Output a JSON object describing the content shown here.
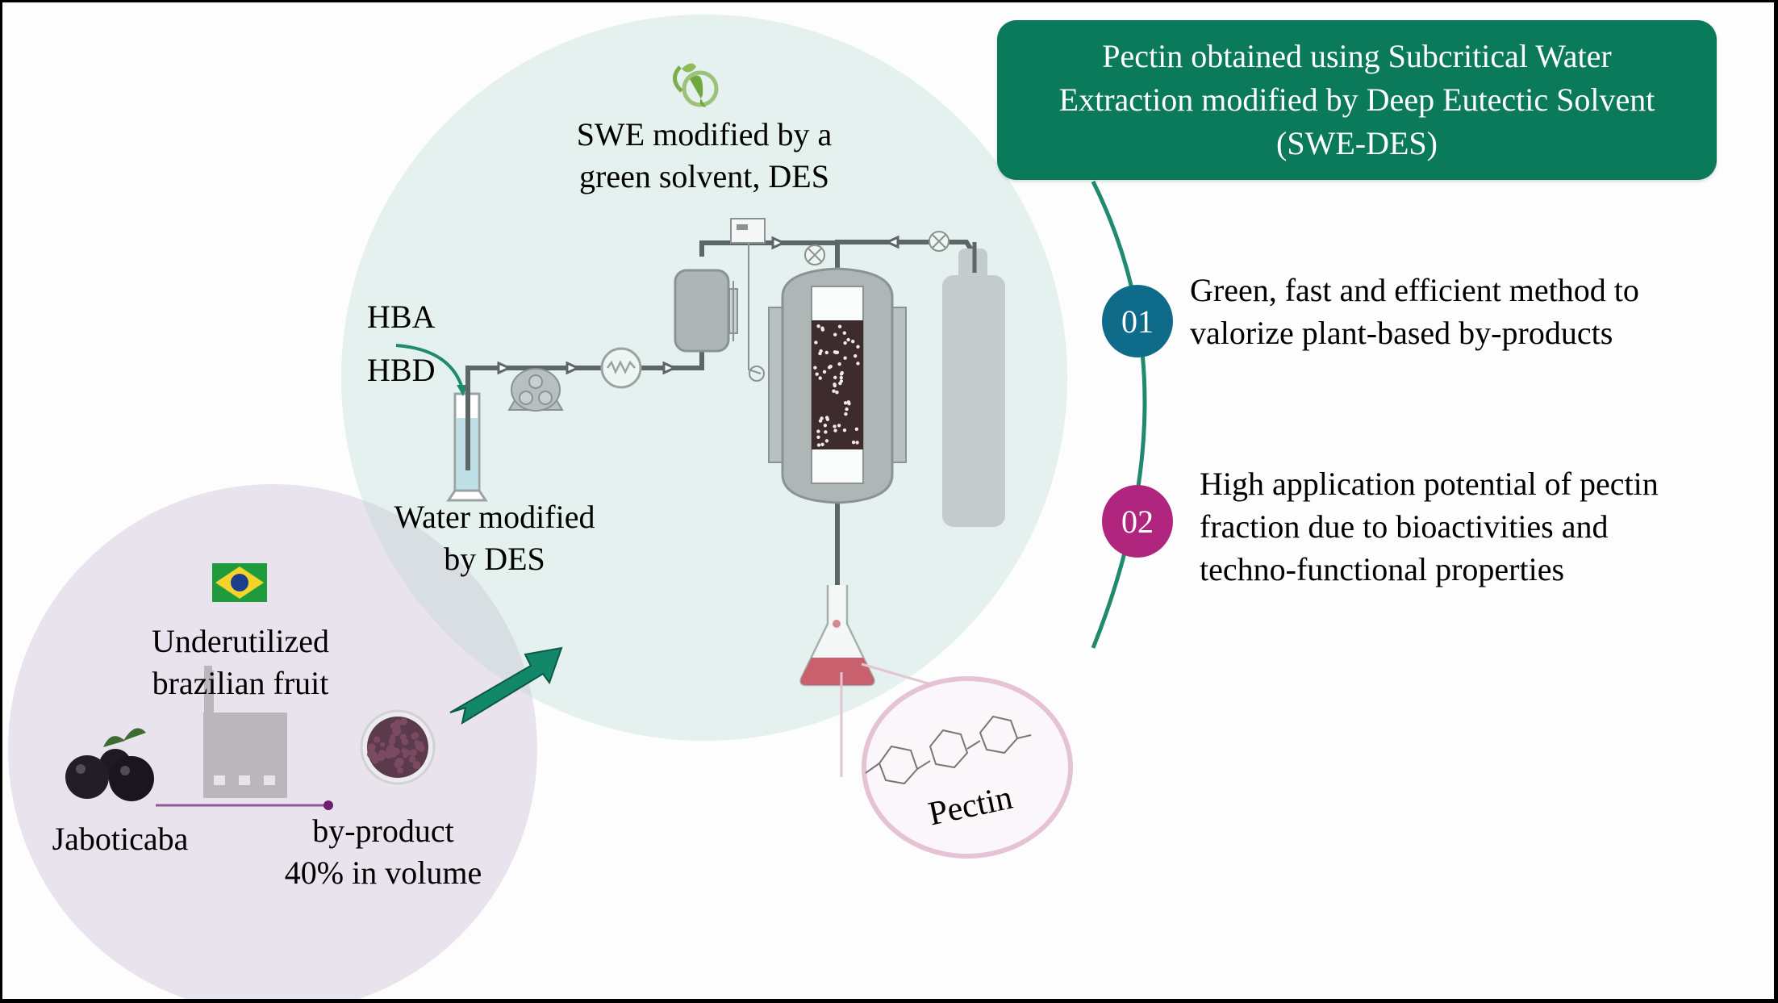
{
  "header": {
    "title": "Pectin obtained using Subcritical Water Extraction modified by Deep Eutectic Solvent (SWE-DES)"
  },
  "key_points": [
    {
      "number": "01",
      "text_lines": [
        "Green, fast and efficient method to",
        "valorize plant-based by-products"
      ],
      "color": "#0f6b8a"
    },
    {
      "number": "02",
      "text_lines": [
        "High application potential of pectin",
        "fraction due to bioactivities and",
        "techno-functional properties"
      ],
      "color": "#b0267f"
    }
  ],
  "process_circle": {
    "title_lines": [
      "SWE modified by a",
      "green solvent, DES"
    ],
    "hba": "HBA",
    "hbd": "HBD",
    "water_label_lines": [
      "Water modified",
      "by DES"
    ],
    "icon": "green-earth-leaf-icon"
  },
  "source_circle": {
    "title_lines": [
      "Underutilized",
      "brazilian fruit"
    ],
    "fruit_label": "Jaboticaba",
    "byproduct_lines": [
      "by-product",
      "40% in volume"
    ],
    "flag": "brazil-flag-icon"
  },
  "product": {
    "label": "Pectin"
  },
  "colors": {
    "accent_green": "#0a7a5a",
    "timeline": "#1f8a6e",
    "process_bg": "#e4f1ee",
    "source_bg": "#e8e3ec",
    "equipment_gray": "#a9b1b0",
    "extract_red": "#c8606e"
  }
}
